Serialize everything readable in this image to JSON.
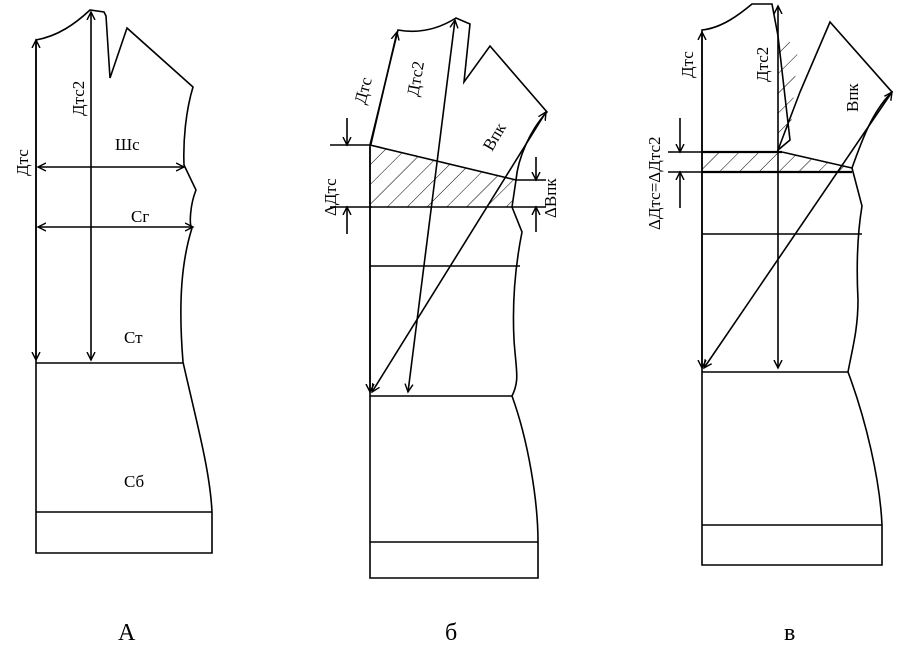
{
  "panels": {
    "a": {
      "caption": "А",
      "labels": {
        "dts": "Дтс",
        "dts2": "Дтс2",
        "shs": "Шс",
        "sg": "Сг",
        "st": "Ст",
        "sb": "Сб"
      }
    },
    "b": {
      "caption": "б",
      "labels": {
        "dts": "Дтс",
        "dts2": "Дтс2",
        "vpk": "Впк",
        "delta_dts": "ΔДтс",
        "delta_vpk": "ΔВпк"
      }
    },
    "c": {
      "caption": "в",
      "labels": {
        "dts": "Дтс",
        "dts2": "Дтс2",
        "vpk": "Впк",
        "delta_eq": "ΔДтс=ΔДтс2"
      }
    }
  }
}
